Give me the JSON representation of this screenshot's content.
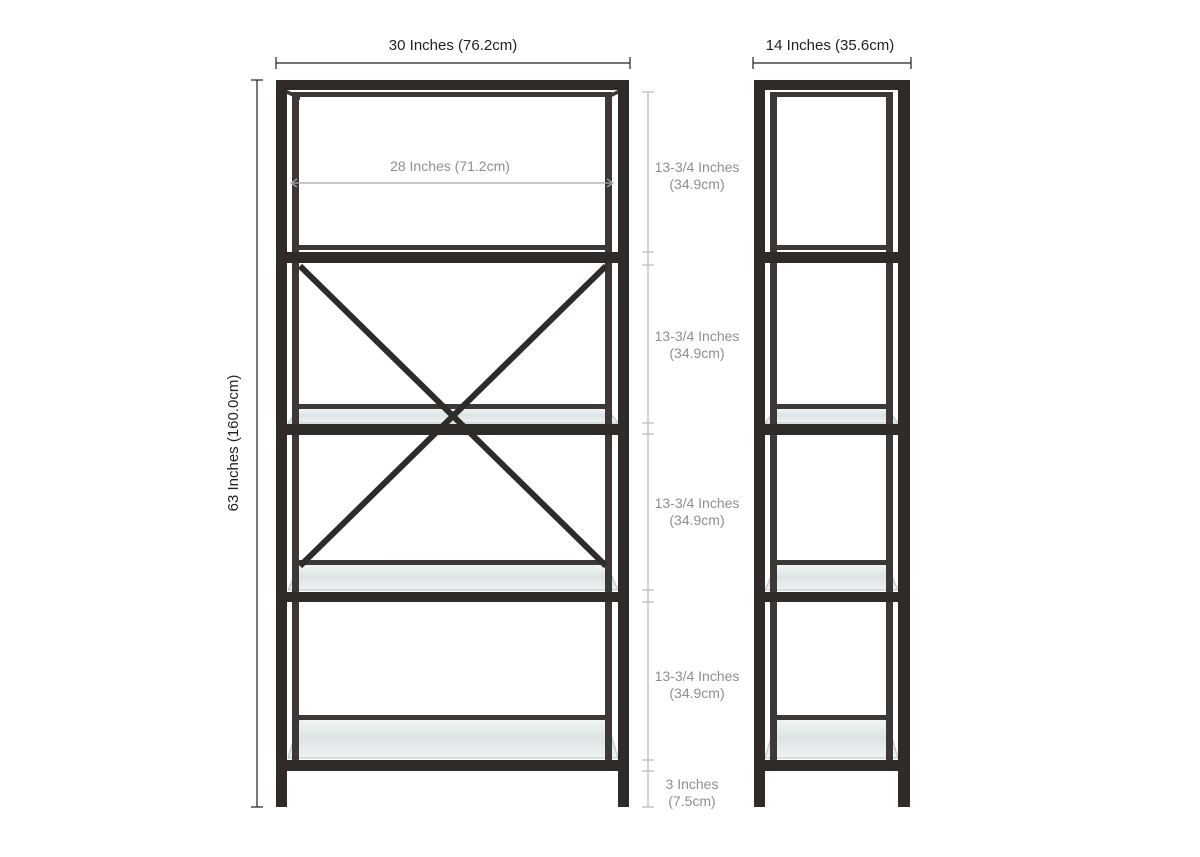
{
  "dimensions": {
    "overall_width": "30 Inches (76.2cm)",
    "overall_depth": "14 Inches (35.6cm)",
    "overall_height": "63 Inches (160.0cm)",
    "inner_width": "28 Inches (71.2cm)",
    "shelf_gaps": [
      {
        "inches": "13-3/4 Inches",
        "cm": "(34.9cm)"
      },
      {
        "inches": "13-3/4 Inches",
        "cm": "(34.9cm)"
      },
      {
        "inches": "13-3/4 Inches",
        "cm": "(34.9cm)"
      },
      {
        "inches": "13-3/4 Inches",
        "cm": "(34.9cm)"
      }
    ],
    "bottom_clearance": {
      "inches": "3 Inches",
      "cm": "(7.5cm)"
    }
  },
  "colors": {
    "frame": "#2e2b29",
    "glass": "#dfe5e6",
    "dimension_dark": "#222222",
    "dimension_grey": "#9a9a9a"
  }
}
